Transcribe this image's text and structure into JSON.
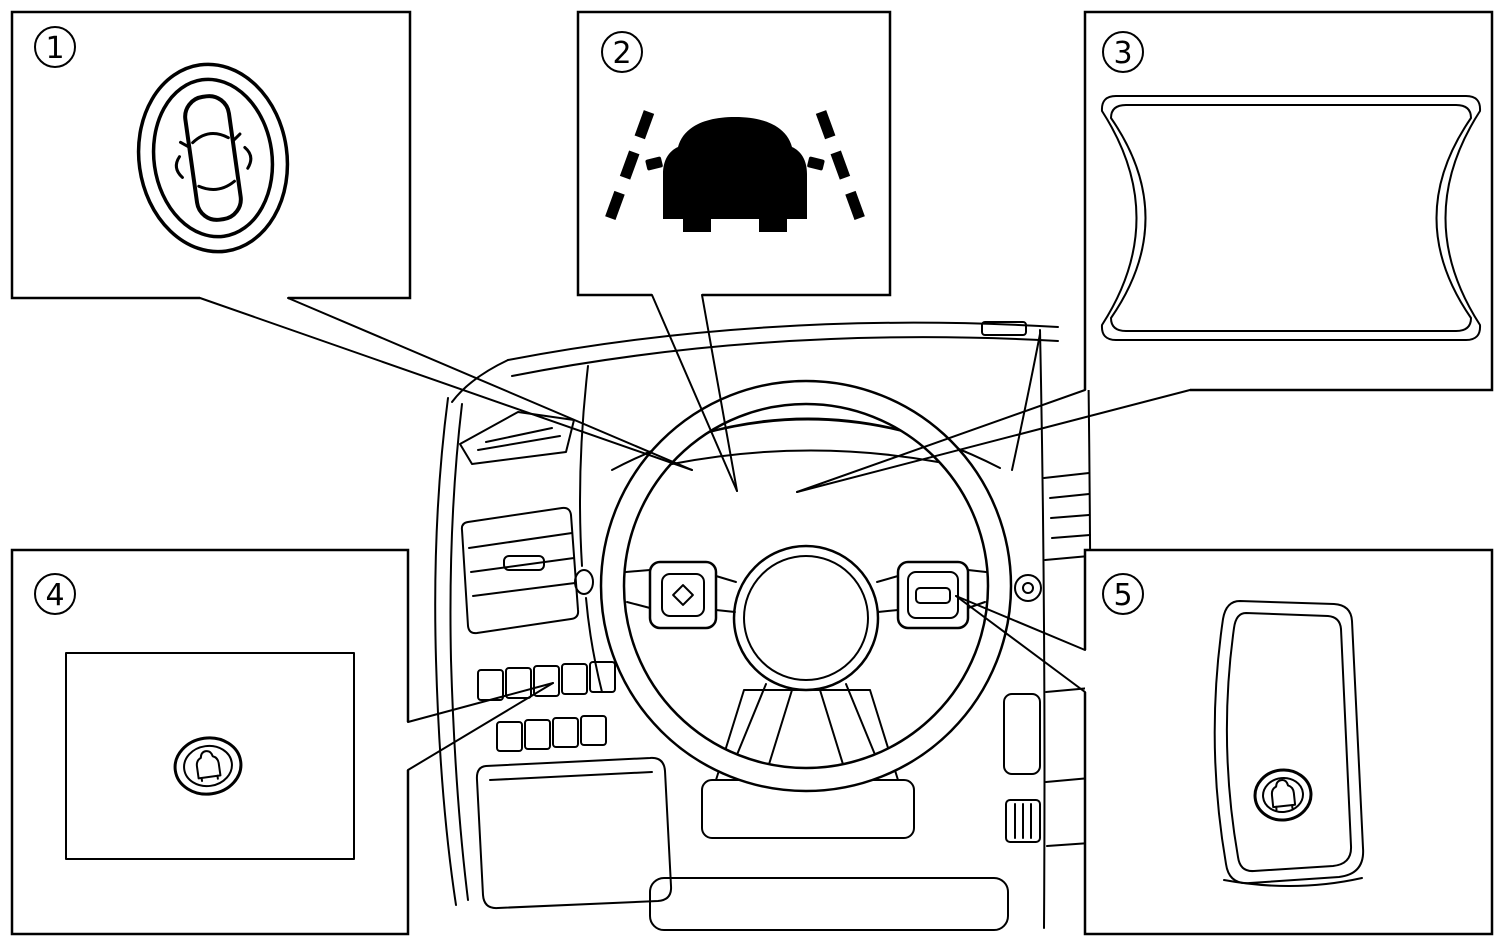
{
  "figure": {
    "colors": {
      "background": "#ffffff",
      "line": "#000000",
      "icon_fill": "#000000"
    },
    "callouts": [
      {
        "number": "1",
        "icon": "blind-spot-warning-indicator-icon"
      },
      {
        "number": "2",
        "icon": "lane-departure-warning-icon"
      },
      {
        "number": "3",
        "icon": "instrument-cluster-display-outline"
      },
      {
        "number": "4",
        "icon": "warning-system-switch-icon"
      },
      {
        "number": "5",
        "icon": "warning-system-switch-panel-icon"
      }
    ]
  }
}
